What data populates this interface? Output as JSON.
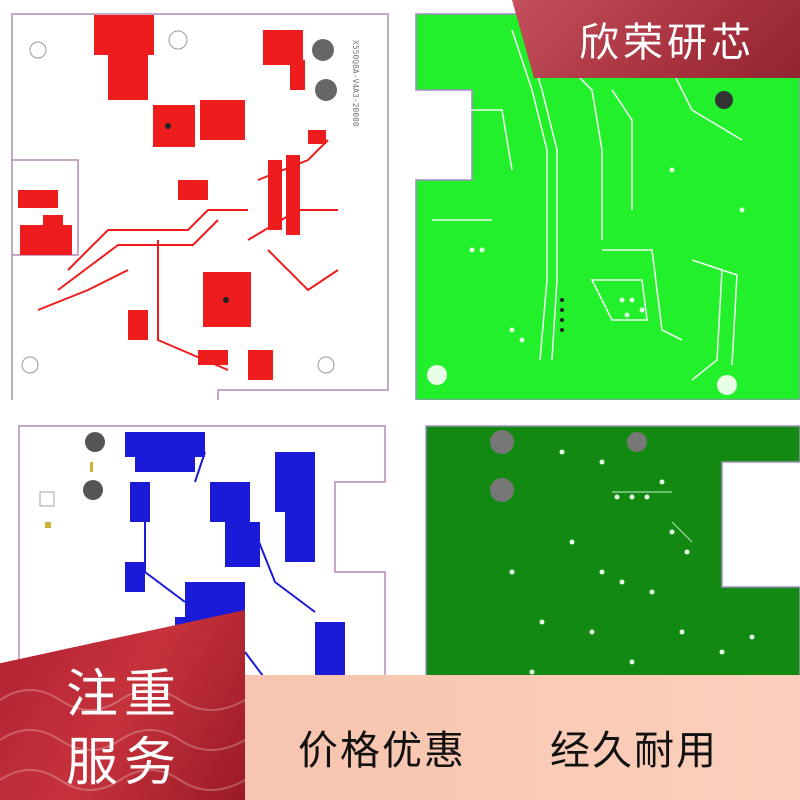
{
  "brand": {
    "text": "欣荣研芯",
    "color": "#b03442"
  },
  "service_badge": {
    "line1": "注重",
    "line2": "服务",
    "color": "#b52330"
  },
  "taglines": {
    "left": "价格优惠",
    "right": "经久耐用"
  },
  "boards": [
    {
      "id": "red-layer",
      "color": "#ee1c1c",
      "silk_text": "X550Q8A-V4A3-20080"
    },
    {
      "id": "green-layer",
      "color": "#22f02a"
    },
    {
      "id": "blue-layer",
      "color": "#1a1ad8"
    },
    {
      "id": "dark-green-layer",
      "color": "#128a12"
    }
  ]
}
